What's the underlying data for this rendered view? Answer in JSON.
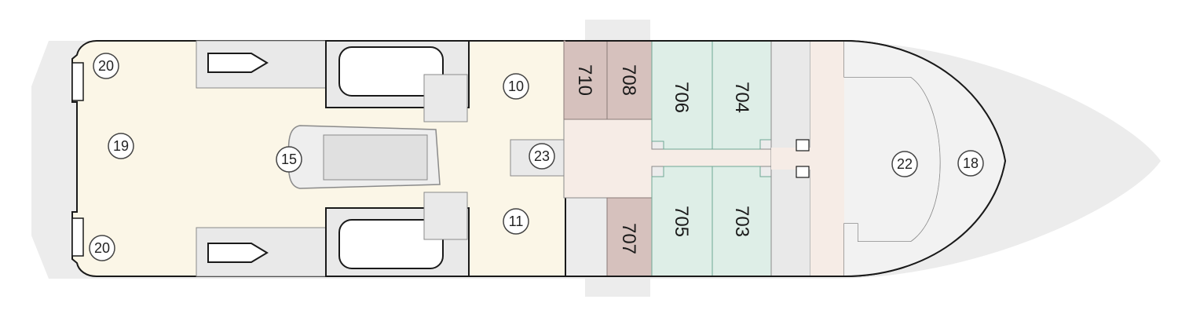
{
  "colors": {
    "hull": "#ececec",
    "deck_public": "#fbf6e7",
    "deck_bow": "#f6ece6",
    "corridor": "#f6ece6",
    "suite_mauve": "#d6c1bd",
    "suite_green": "#deeee7",
    "service": "#e9e9e9",
    "outline": "#1a1a1a",
    "thin_line": "#9a9a9a",
    "badge_fill": "#ffffff",
    "badge_stroke": "#444444"
  },
  "area_labels": {
    "a10": "10",
    "a11": "11",
    "a15": "15",
    "a18": "18",
    "a19": "19",
    "a20_top": "20",
    "a20_bottom": "20",
    "a22": "22",
    "a23": "23"
  },
  "cabins": {
    "c703": "703",
    "c704": "704",
    "c705": "705",
    "c706": "706",
    "c707": "707",
    "c708": "708",
    "c710": "710"
  },
  "icons": {
    "tender": "boat-icon",
    "lifeboat": "lifeboat-icon",
    "pool": "pool-icon"
  }
}
